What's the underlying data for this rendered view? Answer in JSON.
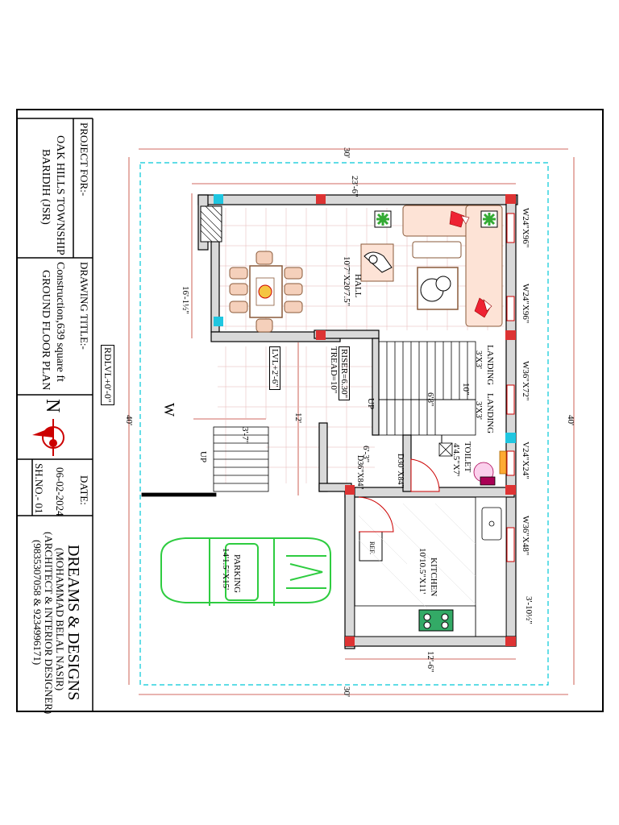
{
  "title_block": {
    "project_for_label": "PROJECT FOR:-",
    "project_name_line1": "OAK HILLS TOWNSHIP",
    "project_name_line2": "BARIDIH (JSR)",
    "drawing_title_label": "DRAWING TITLE:-",
    "drawing_title_line1": "Construction,639 square ft",
    "drawing_title_line2": "GROUND FLOOR PLAN",
    "north_label": "N",
    "date_label": "DATE:",
    "date_value": "06-02-2024",
    "sheet_no": "SH.NO.- 01",
    "firm_name": "DREAMS & DESIGNS",
    "firm_person": "(MOHAMMAD BELAL NASIR)",
    "firm_role": "(ARCHITECT & INTERIOR DESIGNER)",
    "firm_phone": "(9835307058 & 9234996171)"
  },
  "plan": {
    "dim_overall_width_top": "30'",
    "dim_overall_width_bottom": "30'",
    "dim_overall_depth_left": "40'",
    "dim_overall_depth_right": "40'",
    "dim_hall_width": "23'-6\"",
    "dim_hall_depth": "16'-1½\"",
    "dim_kitchen_width": "12'-6\"",
    "dim_kitchen_side": "3'-10½\"",
    "dim_stair_width": "3'-7\"",
    "dim_twelve": "12'",
    "dim_landing_gap": "10\"",
    "dim_stair_run": "6'8\"",
    "dim_passage": "6'-3\"",
    "hall_name": "HALL",
    "hall_size": "10'7\"X20'7.5\"",
    "kitchen_name": "KITCHEN",
    "kitchen_size": "10'10.5\"X11'",
    "toilet_name": "TOILET",
    "toilet_size": "4'4.5\"X7'",
    "parking_name": "PARKING",
    "parking_size": "14'1.5\"X15'",
    "landing1_name": "LANDING",
    "landing1_size": "3'X3'",
    "landing2_name": "LANDING",
    "landing2_size": "3'X3'",
    "riser_note": "RISER=6.30\"",
    "tread_note": "TREAD=10\"",
    "lvl_note": "LVL+2'-6\"",
    "rdlvl_note": "RDLVL+0'-0\"",
    "window1": "W24\"X96\"",
    "window2": "W24\"X96\"",
    "window3": "W36\"X72\"",
    "window4": "V24\"X24\"",
    "window5": "W36\"X48\"",
    "door1": "D30\"X84\"",
    "door2": "D36\"X84\"",
    "up1": "UP",
    "up2": "UP",
    "west_mark": "W",
    "ref_label": "REF."
  }
}
